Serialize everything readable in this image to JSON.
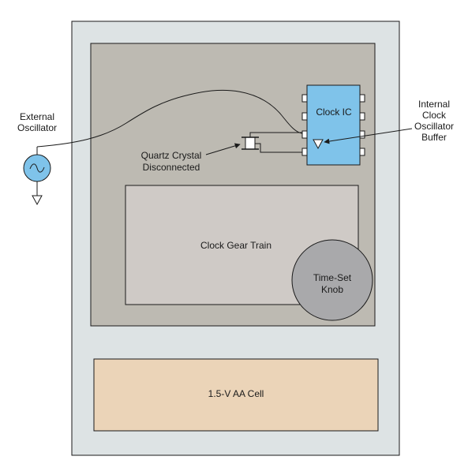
{
  "labels": {
    "external_oscillator": [
      "External",
      "Oscillator"
    ],
    "clock_ic": "Clock IC",
    "internal_buffer": [
      "Internal",
      "Clock",
      "Oscillator",
      "Buffer"
    ],
    "quartz_crystal": [
      "Quartz Crystal",
      "Disconnected"
    ],
    "gear_train": "Clock Gear Train",
    "time_set_knob": [
      "Time-Set",
      "Knob"
    ],
    "battery": "1.5-V AA Cell"
  },
  "colors": {
    "outer_case": "#dde3e4",
    "inner_panel": "#bdbab2",
    "gear_train": "#cfcac6",
    "knob": "#a9a9ab",
    "clock_ic": "#7fc3ea",
    "battery": "#ebd4b8",
    "stroke": "#1a1a1a"
  },
  "icons": {
    "oscillator_source": "sine-wave-source-icon",
    "ground": "ground-symbol-icon",
    "crystal": "quartz-crystal-icon",
    "buffer": "triangle-buffer-icon"
  }
}
